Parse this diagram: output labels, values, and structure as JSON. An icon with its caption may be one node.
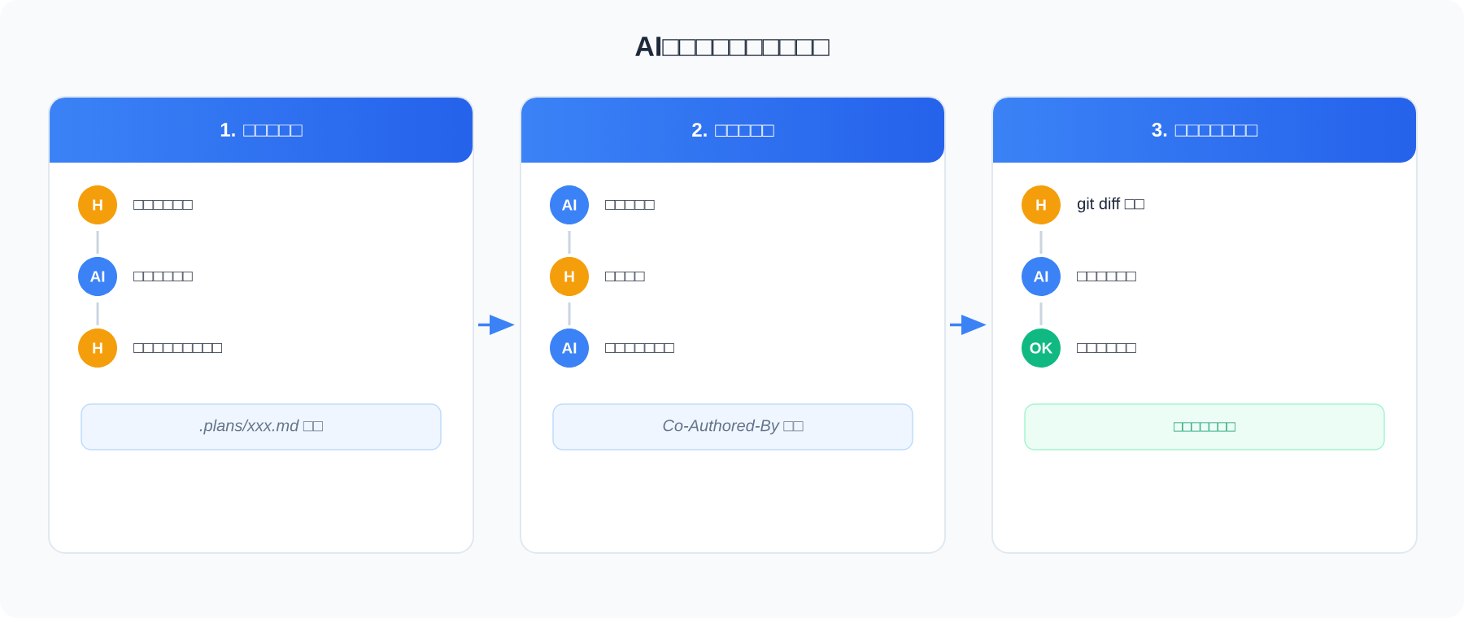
{
  "diagram": {
    "title": "AI□□□□□□□□□□",
    "nodes": [
      {
        "text": [
          "1. □□□□□"
        ]
      },
      {
        "text": [
          "H"
        ],
        "beside": [
          "□□□□□□"
        ],
        "in": 0
      },
      {
        "text": [
          "AI"
        ],
        "beside": [
          "□□□□□□"
        ],
        "in": 0
      },
      {
        "text": [
          "H"
        ],
        "beside": [
          "□□□□□□□□□"
        ],
        "in": 0
      },
      {
        "text": [
          ".plans/xxx.md □□"
        ],
        "in": 0
      },
      {
        "text": [
          "2. □□□□□"
        ]
      },
      {
        "text": [
          "AI"
        ],
        "beside": [
          "□□□□□"
        ],
        "in": 5
      },
      {
        "text": [
          "H"
        ],
        "beside": [
          "□□□□"
        ],
        "in": 5
      },
      {
        "text": [
          "AI"
        ],
        "beside": [
          "□□□□□□□"
        ],
        "in": 5
      },
      {
        "text": [
          "Co-Authored-By □□"
        ],
        "in": 5
      },
      {
        "text": [
          "3. □□□□□□□"
        ]
      },
      {
        "text": [
          "H"
        ],
        "beside": [
          "git diff □□"
        ],
        "in": 10
      },
      {
        "text": [
          "AI"
        ],
        "beside": [
          "□□□□□□"
        ],
        "in": 10
      },
      {
        "text": [
          "OK"
        ],
        "beside": [
          "□□□□□□"
        ],
        "in": 10
      },
      {
        "text": [
          "□□□□□□□"
        ],
        "in": 10
      }
    ],
    "edges": [
      {
        "from": 1,
        "to": 2,
        "arrow": "none"
      },
      {
        "from": 2,
        "to": 3,
        "arrow": "none"
      },
      {
        "from": 6,
        "to": 7,
        "arrow": "none"
      },
      {
        "from": 7,
        "to": 8,
        "arrow": "none"
      },
      {
        "from": 11,
        "to": 12,
        "arrow": "none"
      },
      {
        "from": 12,
        "to": 13,
        "arrow": "none"
      },
      {
        "from": 0,
        "to": 5,
        "arrow": "to",
        "color": "#3b82f6"
      },
      {
        "from": 5,
        "to": 10,
        "arrow": "to",
        "color": "#3b82f6"
      }
    ]
  }
}
